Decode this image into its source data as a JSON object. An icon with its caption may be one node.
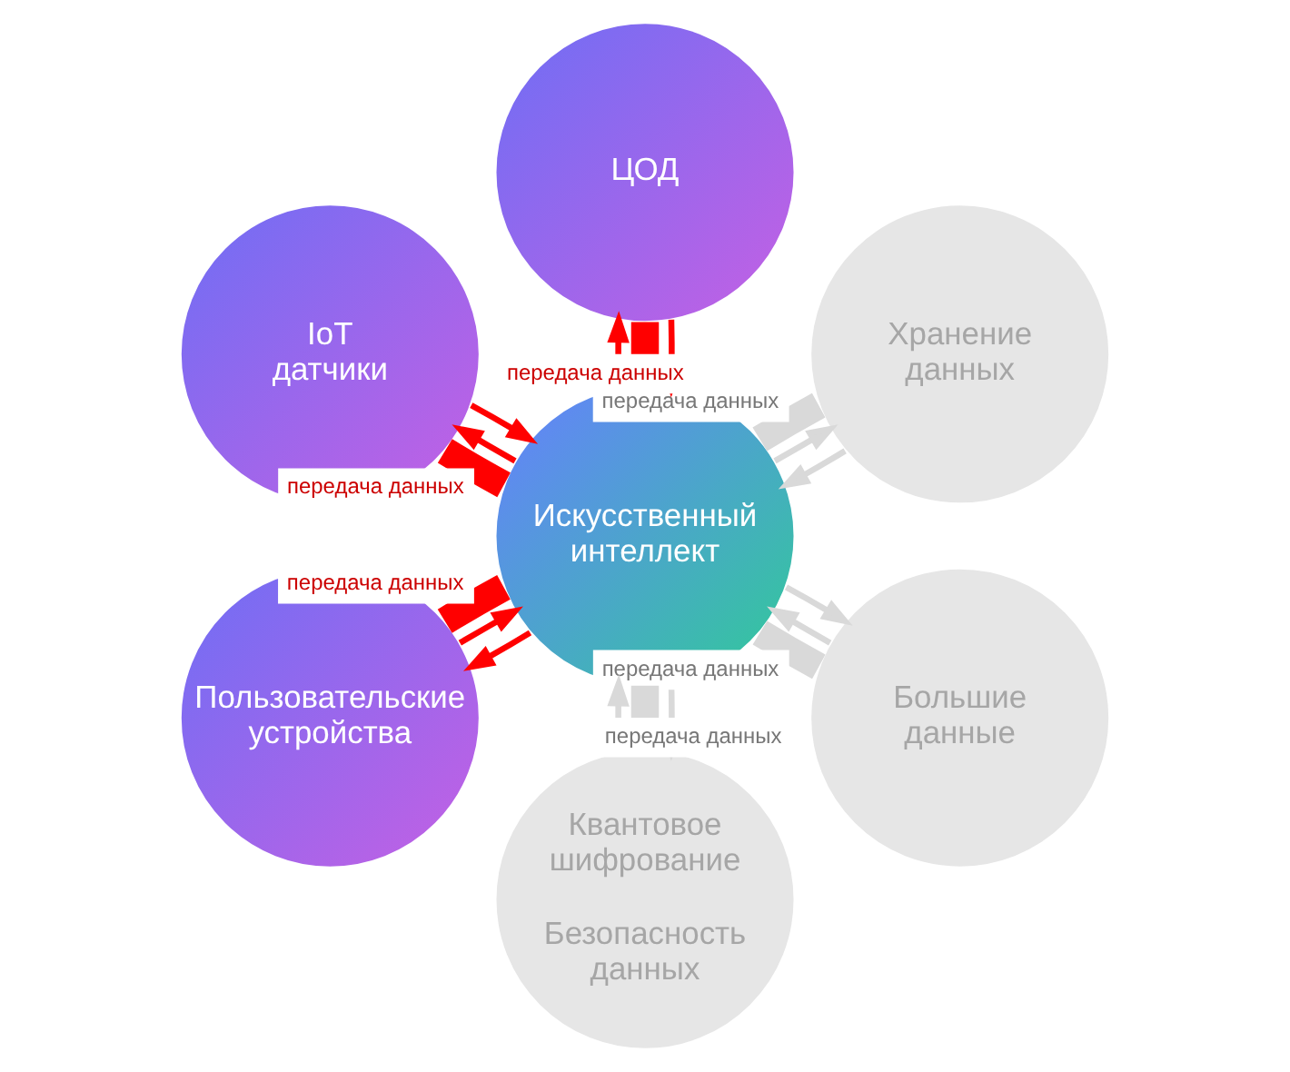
{
  "diagram": {
    "nodes": [
      {
        "text": [
          "Хранение данных"
        ]
      },
      {
        "text": [
          "ЦОД"
        ]
      },
      {
        "text": [
          "IoT датчики"
        ]
      },
      {
        "text": [
          "Искусственный интеллект"
        ]
      },
      {
        "text": [
          "Пользовательские устройства"
        ]
      },
      {
        "text": [
          "Квантовое шифрование",
          "Безопасность данных"
        ]
      },
      {
        "text": [
          "Большие данные"
        ]
      }
    ],
    "edges": [
      {
        "from": 0,
        "to": 3,
        "arrow": "to",
        "color": "#d9d9d9"
      },
      {
        "from": 3,
        "to": 0,
        "arrow": "to",
        "color": "#d9d9d9"
      },
      {
        "from": 0,
        "to": 3,
        "arrow": "none",
        "label": "передача данных",
        "style": "thick",
        "color": "#d9d9d9"
      },
      {
        "from": 3,
        "to": 1,
        "arrow": "to",
        "color": "#ff0000"
      },
      {
        "from": 1,
        "to": 3,
        "arrow": "to",
        "color": "#ff0000"
      },
      {
        "from": 3,
        "to": 1,
        "arrow": "none",
        "label": "передача данных",
        "style": "thick",
        "color": "#ff0000"
      },
      {
        "from": 2,
        "to": 3,
        "arrow": "to",
        "color": "#ff0000"
      },
      {
        "from": 3,
        "to": 2,
        "arrow": "to",
        "color": "#ff0000"
      },
      {
        "from": 2,
        "to": 3,
        "arrow": "none",
        "label": "передача данных",
        "style": "thick",
        "color": "#ff0000"
      },
      {
        "from": 3,
        "to": 4,
        "arrow": "to",
        "color": "#ff0000"
      },
      {
        "from": 4,
        "to": 3,
        "arrow": "to",
        "color": "#ff0000"
      },
      {
        "from": 3,
        "to": 4,
        "arrow": "none",
        "label": "передача данных",
        "style": "thick",
        "color": "#ff0000"
      },
      {
        "from": 5,
        "to": 3,
        "arrow": "to",
        "color": "#d9d9d9"
      },
      {
        "from": 3,
        "to": 5,
        "arrow": "to",
        "color": "#d9d9d9"
      },
      {
        "from": 5,
        "to": 3,
        "arrow": "none",
        "label": "передача данных",
        "style": "thick",
        "color": "#d9d9d9"
      },
      {
        "from": 3,
        "to": 6,
        "arrow": "to",
        "color": "#d9d9d9"
      },
      {
        "from": 6,
        "to": 3,
        "arrow": "to",
        "color": "#d9d9d9"
      },
      {
        "from": 3,
        "to": 6,
        "arrow": "none",
        "label": "передача данных",
        "style": "thick",
        "color": "#d9d9d9"
      }
    ]
  }
}
